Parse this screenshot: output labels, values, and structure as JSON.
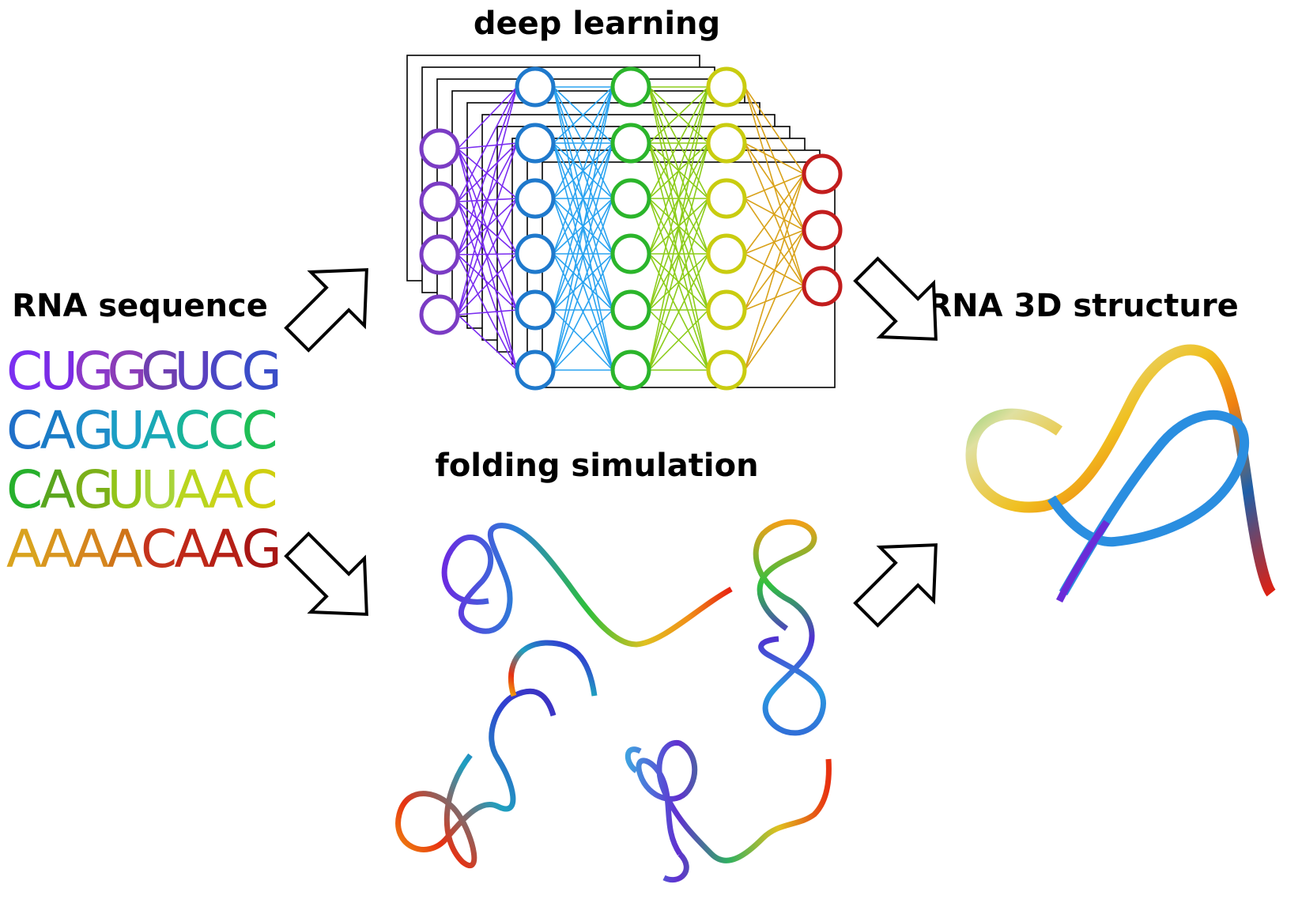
{
  "labels": {
    "deep_learning": "deep learning",
    "rna_sequence": "RNA sequence",
    "rna_3d_structure": "RNA 3D structure",
    "folding_simulation": "folding simulation"
  },
  "sequence_lines": [
    {
      "letters": [
        "C",
        "U",
        "G",
        "G",
        "G",
        "U",
        "C",
        "G"
      ],
      "colors": [
        "#7b2ff0",
        "#7a2be6",
        "#8a38c8",
        "#8b3cb8",
        "#6e3fb0",
        "#5a40c0",
        "#4a46c4",
        "#3a4dc8"
      ]
    },
    {
      "letters": [
        "C",
        "A",
        "G",
        "U",
        "A",
        "C",
        "C",
        "C"
      ],
      "colors": [
        "#1f6fc8",
        "#1a7cc6",
        "#1e8cc8",
        "#1b9ec4",
        "#1aa9b6",
        "#18b49a",
        "#1ab87a",
        "#1fbe55"
      ]
    },
    {
      "letters": [
        "C",
        "A",
        "G",
        "U",
        "U",
        "A",
        "A",
        "C"
      ],
      "colors": [
        "#26b02c",
        "#5aa61e",
        "#7bb018",
        "#92c41a",
        "#a8d43a",
        "#b9d51e",
        "#c8d41a",
        "#cfcf10"
      ]
    },
    {
      "letters": [
        "A",
        "A",
        "A",
        "A",
        "C",
        "A",
        "A",
        "G"
      ],
      "colors": [
        "#d9a31e",
        "#d8951e",
        "#d5861e",
        "#cf7418",
        "#c4331c",
        "#bf2818",
        "#b62016",
        "#a81614"
      ]
    }
  ],
  "network": {
    "layer_colors": [
      "#7b3cc4",
      "#1f79cc",
      "#2bb52b",
      "#c9cc10",
      "#c21d1d"
    ],
    "connection_colors": [
      "#7a2cf0",
      "#2aa3f0",
      "#8ccc1a",
      "#d9a21a"
    ],
    "layer_sizes": [
      4,
      6,
      6,
      6,
      3
    ]
  }
}
